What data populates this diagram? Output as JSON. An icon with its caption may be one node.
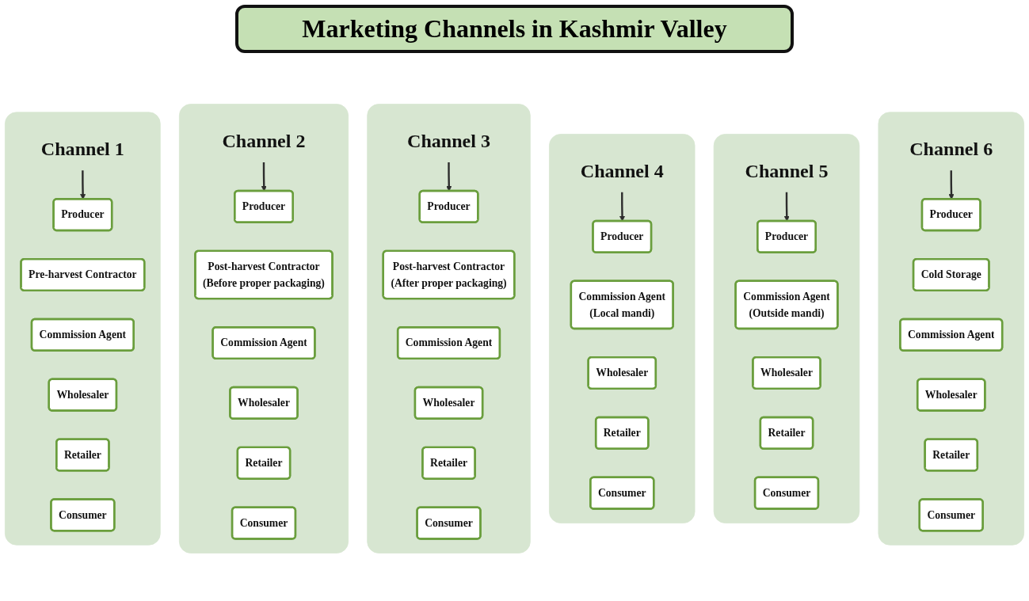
{
  "diagram": {
    "title": "Marketing Channels in Kashmir Valley",
    "nodes": [
      {
        "text": [],
        "shape": "box"
      },
      {
        "text": [
          "Channel 1"
        ],
        "in": 0
      },
      {
        "text": [
          "Producer"
        ],
        "in": 0
      },
      {
        "text": [
          "Pre-harvest Contractor"
        ],
        "in": 0
      },
      {
        "text": [
          "Commission Agent"
        ],
        "in": 0
      },
      {
        "text": [
          "Wholesaler"
        ],
        "in": 0
      },
      {
        "text": [
          "Retailer"
        ],
        "in": 0
      },
      {
        "text": [
          "Consumer"
        ],
        "in": 0
      },
      {
        "text": [],
        "shape": "box"
      },
      {
        "text": [
          "Channel 2"
        ],
        "in": 8
      },
      {
        "text": [
          "Producer"
        ],
        "in": 8
      },
      {
        "text": [
          "Post-harvest Contractor",
          "(Before proper packaging)"
        ],
        "in": 8
      },
      {
        "text": [
          "Commission Agent"
        ],
        "in": 8
      },
      {
        "text": [
          "Wholesaler"
        ],
        "in": 8
      },
      {
        "text": [
          "Retailer"
        ],
        "in": 8
      },
      {
        "text": [
          "Consumer"
        ],
        "in": 8
      },
      {
        "text": [],
        "shape": "box"
      },
      {
        "text": [
          "Channel 3"
        ],
        "in": 16
      },
      {
        "text": [
          "Producer"
        ],
        "in": 16
      },
      {
        "text": [
          "Post-harvest Contractor",
          "(After proper packaging)"
        ],
        "in": 16
      },
      {
        "text": [
          "Commission Agent"
        ],
        "in": 16
      },
      {
        "text": [
          "Wholesaler"
        ],
        "in": 16
      },
      {
        "text": [
          "Retailer"
        ],
        "in": 16
      },
      {
        "text": [
          "Consumer"
        ],
        "in": 16
      },
      {
        "text": [],
        "shape": "box"
      },
      {
        "text": [
          "Channel 4"
        ],
        "in": 24
      },
      {
        "text": [
          "Producer"
        ],
        "in": 24
      },
      {
        "text": [
          "Commission Agent",
          "(Local mandi)"
        ],
        "in": 24
      },
      {
        "text": [
          "Wholesaler"
        ],
        "in": 24
      },
      {
        "text": [
          "Retailer"
        ],
        "in": 24
      },
      {
        "text": [
          "Consumer"
        ],
        "in": 24
      },
      {
        "text": [],
        "shape": "box"
      },
      {
        "text": [
          "Channel 5"
        ],
        "in": 31
      },
      {
        "text": [
          "Producer"
        ],
        "in": 31
      },
      {
        "text": [
          "Commission Agent",
          "(Outside mandi)"
        ],
        "in": 31
      },
      {
        "text": [
          "Wholesaler"
        ],
        "in": 31
      },
      {
        "text": [
          "Retailer"
        ],
        "in": 31
      },
      {
        "text": [
          "Consumer"
        ],
        "in": 31
      },
      {
        "text": [],
        "shape": "box"
      },
      {
        "text": [
          "Channel 6"
        ],
        "in": 38
      },
      {
        "text": [
          "Producer"
        ],
        "in": 38
      },
      {
        "text": [
          "Cold Storage"
        ],
        "in": 38
      },
      {
        "text": [
          "Commission Agent"
        ],
        "in": 38
      },
      {
        "text": [
          "Wholesaler"
        ],
        "in": 38
      },
      {
        "text": [
          "Retailer"
        ],
        "in": 38
      },
      {
        "text": [
          "Consumer"
        ],
        "in": 38
      }
    ],
    "edges": [
      {
        "from": 1,
        "to": 2,
        "arrow": "to"
      },
      {
        "from": 9,
        "to": 10,
        "arrow": "to"
      },
      {
        "from": 17,
        "to": 18,
        "arrow": "to"
      },
      {
        "from": 25,
        "to": 26,
        "arrow": "to"
      },
      {
        "from": 32,
        "to": 33,
        "arrow": "to"
      },
      {
        "from": 39,
        "to": 40,
        "arrow": "to"
      }
    ]
  }
}
